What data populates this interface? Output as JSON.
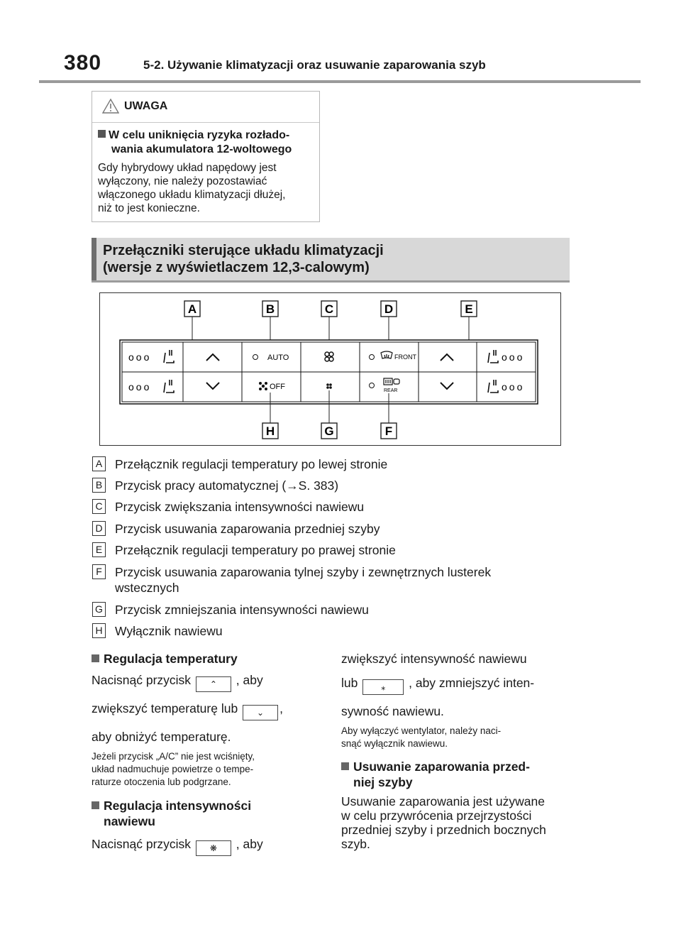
{
  "header": {
    "page_number": "380",
    "running_head": "5-2. Używanie klimatyzacji oraz usuwanie zaparowania szyb"
  },
  "caution": {
    "title": "UWAGA",
    "heading_line1": "W celu uniknięcia ryzyka rozłado-",
    "heading_line2": "wania akumulatora 12-woltowego",
    "body_lines": [
      "Gdy hybrydowy układ napędowy jest",
      "wyłączony, nie należy pozostawiać",
      "włączonego układu klimatyzacji dłużej,",
      "niż to jest konieczne."
    ]
  },
  "section": {
    "title_line1": "Przełączniki sterujące układu klimatyzacji",
    "title_line2": "(wersje z wyświetlaczem 12,3-calowym)"
  },
  "diagram": {
    "callouts_top": [
      "A",
      "B",
      "C",
      "D",
      "E"
    ],
    "callouts_bottom": [
      "H",
      "G",
      "F"
    ],
    "button_auto": "AUTO",
    "button_off": "OFF",
    "button_front": "FRONT",
    "button_rear": "REAR",
    "seat_dots": "ooo"
  },
  "legend": [
    {
      "key": "A",
      "text": "Przełącznik regulacji temperatury po lewej stronie"
    },
    {
      "key": "B",
      "text": "Przycisk pracy automatycznej (→S. 383)"
    },
    {
      "key": "C",
      "text": "Przycisk zwiększania intensywności nawiewu"
    },
    {
      "key": "D",
      "text": "Przycisk usuwania zaparowania przedniej szyby"
    },
    {
      "key": "E",
      "text": "Przełącznik regulacji temperatury po prawej stronie"
    },
    {
      "key": "F",
      "text": "Przycisk usuwania zaparowania tylnej szyby i zewnętrznych lusterek",
      "text2": "wstecznych"
    },
    {
      "key": "G",
      "text": "Przycisk zmniejszania intensywności nawiewu"
    },
    {
      "key": "H",
      "text": "Wyłącznik nawiewu"
    }
  ],
  "left_col": {
    "temp_heading": "Regulacja temperatury",
    "temp_line1_a": "Nacisnąć przycisk",
    "temp_line1_b": ", aby",
    "temp_line2_a": "zwiększyć temperaturę lub",
    "temp_line2_b": ",",
    "temp_line3": "aby obniżyć temperaturę.",
    "temp_note_lines": [
      "Jeżeli przycisk „A/C” nie jest wciśnięty,",
      "układ nadmuchuje powietrze o tempe-",
      "raturze otoczenia lub podgrzane."
    ],
    "fan_heading_line1": "Regulacja intensywności",
    "fan_heading_line2": "nawiewu",
    "fan_line1_a": "Nacisnąć przycisk",
    "fan_line1_b": ", aby"
  },
  "right_col": {
    "fan_line2": "zwiększyć intensywność nawiewu",
    "fan_line3_a": "lub",
    "fan_line3_b": ", aby zmniejszyć inten-",
    "fan_line4": "sywność nawiewu.",
    "fan_note_lines": [
      "Aby wyłączyć wentylator, należy naci-",
      "snąć wyłącznik nawiewu."
    ],
    "defog_heading_line1": "Usuwanie zaparowania przed-",
    "defog_heading_line2": "niej szyby",
    "defog_lines": [
      "Usuwanie zaparowania jest używane",
      "w celu przywrócenia przejrzystości",
      "przedniej szyby i przednich bocznych",
      "szyb."
    ]
  }
}
